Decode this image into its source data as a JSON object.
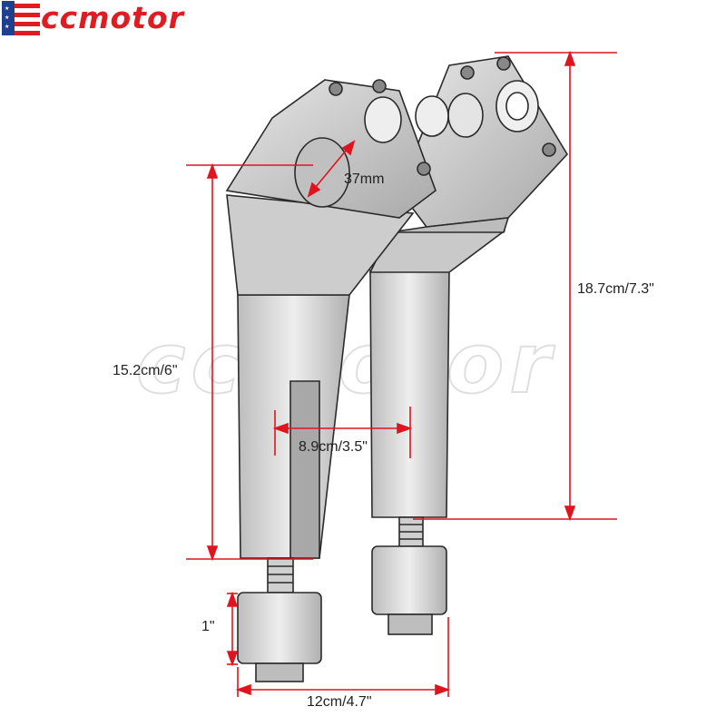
{
  "brand": {
    "name": "ccmotor",
    "color": "#e11b22",
    "flag_icon": "us-flag-icon"
  },
  "watermark": "ccmotor",
  "dimensions": {
    "clamp_diameter": "37mm",
    "overall_height": "18.7cm/7.3\"",
    "riser_height": "15.2cm/6\"",
    "center_spacing": "8.9cm/3.5\"",
    "thread_length": "1\"",
    "base_width": "12cm/4.7\""
  },
  "colors": {
    "dimension_line": "#e0141e",
    "outline": "#2a2a2a",
    "body_fill": "#d7d7d7"
  }
}
